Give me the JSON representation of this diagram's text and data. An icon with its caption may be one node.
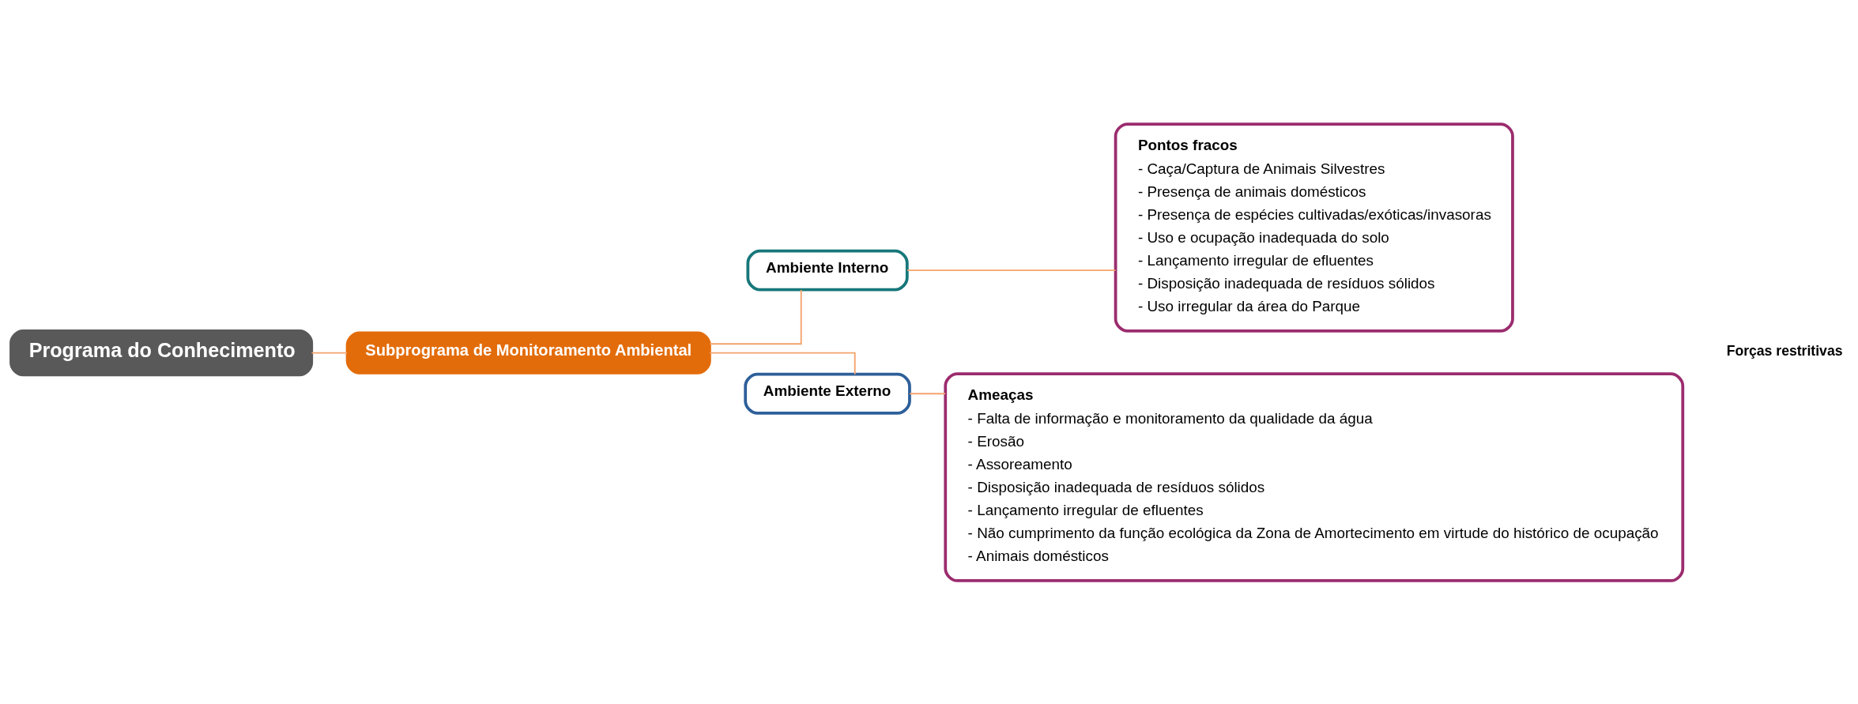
{
  "diagram": {
    "nodes": [
      {
        "text": [
          "Programa do Conhecimento"
        ]
      },
      {
        "text": [
          "Subprograma de Monitoramento Ambiental"
        ]
      },
      {
        "text": [
          "Ambiente Interno"
        ]
      },
      {
        "text": [
          "Ambiente Externo"
        ]
      },
      {
        "text": [
          "Pontos fracos",
          "- Caça/Captura de Animais Silvestres",
          "- Presença de animais domésticos",
          "- Presença de espécies cultivadas/exóticas/invasoras",
          "- Uso e ocupação inadequada do solo",
          "- Lançamento irregular de efluentes",
          "- Disposição inadequada de resíduos sólidos",
          "- Uso irregular da área do Parque"
        ]
      },
      {
        "text": [
          "Ameaças",
          "- Falta de informação e monitoramento da qualidade da água",
          "- Erosão",
          "- Assoreamento",
          "- Disposição inadequada de resíduos sólidos",
          "- Lançamento irregular de efluentes",
          "- Não cumprimento da função ecológica da Zona de Amortecimento em virtude do histórico de ocupação",
          "- Animais domésticos"
        ]
      }
    ],
    "edges": [
      {
        "from": 0,
        "to": 1,
        "arrow": "none"
      },
      {
        "from": 1,
        "to": 2,
        "arrow": "none"
      },
      {
        "from": 1,
        "to": 3,
        "arrow": "none"
      },
      {
        "from": 2,
        "to": 4,
        "arrow": "none"
      },
      {
        "from": 3,
        "to": 5,
        "arrow": "none"
      }
    ],
    "labels": [
      "Forças restritivas"
    ]
  }
}
